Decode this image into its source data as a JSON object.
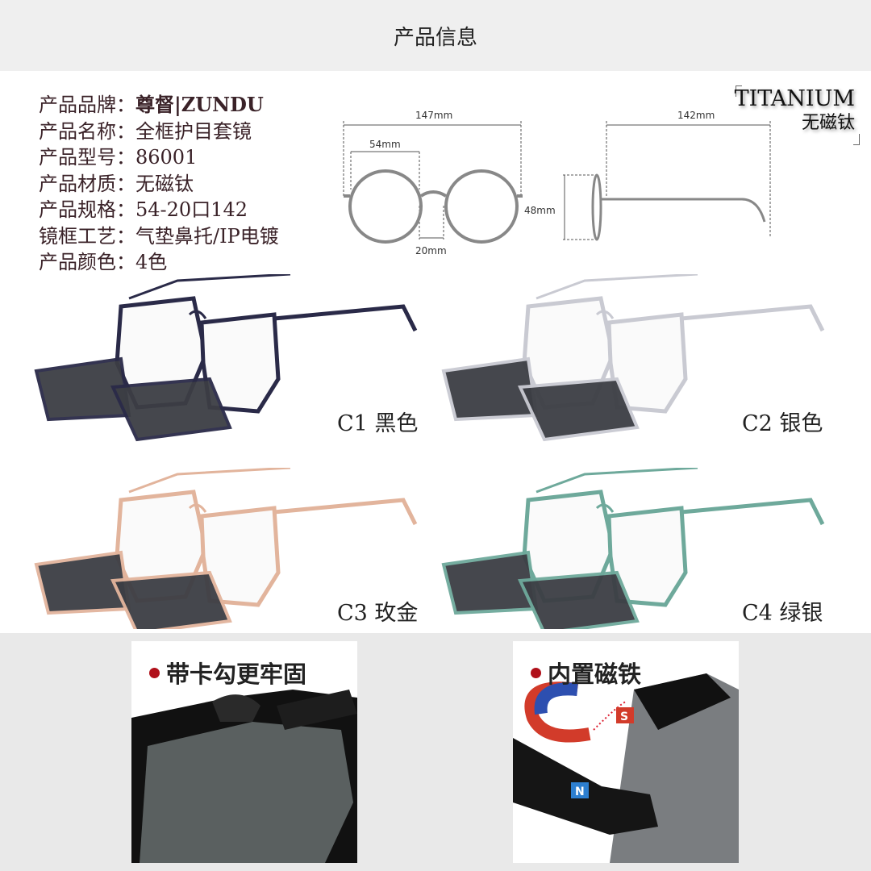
{
  "header": {
    "title": "产品信息"
  },
  "info": [
    {
      "label": "产品品牌：",
      "value": "尊督|ZUNDU"
    },
    {
      "label": "产品名称：",
      "value": "全框护目套镜"
    },
    {
      "label": "产品型号：",
      "value": "86001"
    },
    {
      "label": "产品材质：",
      "value": "无磁钛"
    },
    {
      "label": "产品规格：",
      "value": "54-20口142"
    },
    {
      "label": "镜框工艺：",
      "value": "气垫鼻托/IP电镀"
    },
    {
      "label": "产品颜色：",
      "value": "4色"
    }
  ],
  "badge": {
    "line1": "TITANIUM",
    "line2": "无磁钛"
  },
  "dimensions": {
    "total_width": "147mm",
    "lens_width": "54mm",
    "bridge": "20mm",
    "lens_height": "48mm",
    "temple": "142mm"
  },
  "variants": [
    {
      "label": "C1 黑色",
      "color": "#2a2a48"
    },
    {
      "label": "C2 银色",
      "color": "#c9cad2"
    },
    {
      "label": "C3 玫金",
      "color": "#e2b49c"
    },
    {
      "label": "C4 绿银",
      "color": "#6ea99b"
    }
  ],
  "features": [
    {
      "title": "带卡勾更牢固"
    },
    {
      "title": "内置磁铁",
      "pole_s": "S",
      "pole_n": "N"
    }
  ],
  "accent": "#b0101a"
}
